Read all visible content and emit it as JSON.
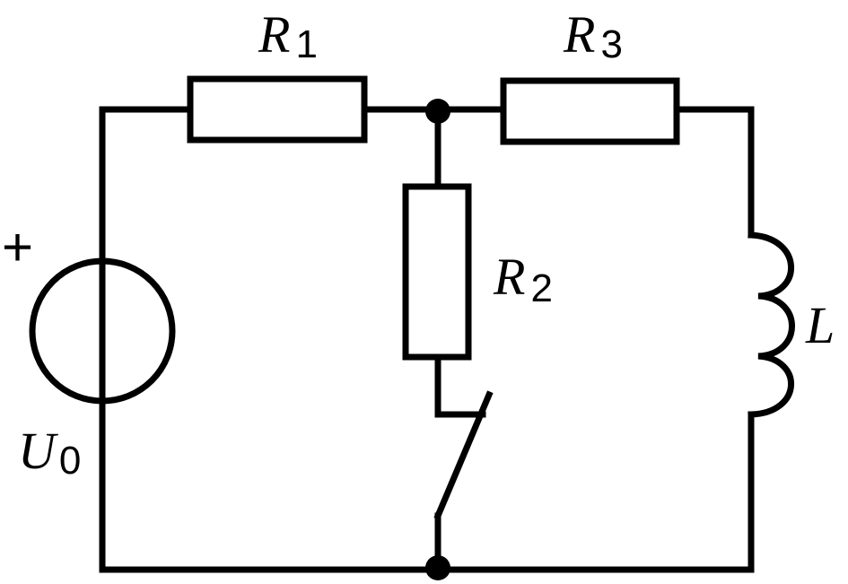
{
  "labels": {
    "r1": {
      "main": "R",
      "sub": "1"
    },
    "r2": {
      "main": "R",
      "sub": "2"
    },
    "r3": {
      "main": "R",
      "sub": "3"
    },
    "inductor": {
      "main": "L"
    },
    "source": {
      "main": "U",
      "sub": "0"
    },
    "polarity": "+"
  },
  "colors": {
    "stroke": "#000000",
    "background": "#ffffff"
  }
}
